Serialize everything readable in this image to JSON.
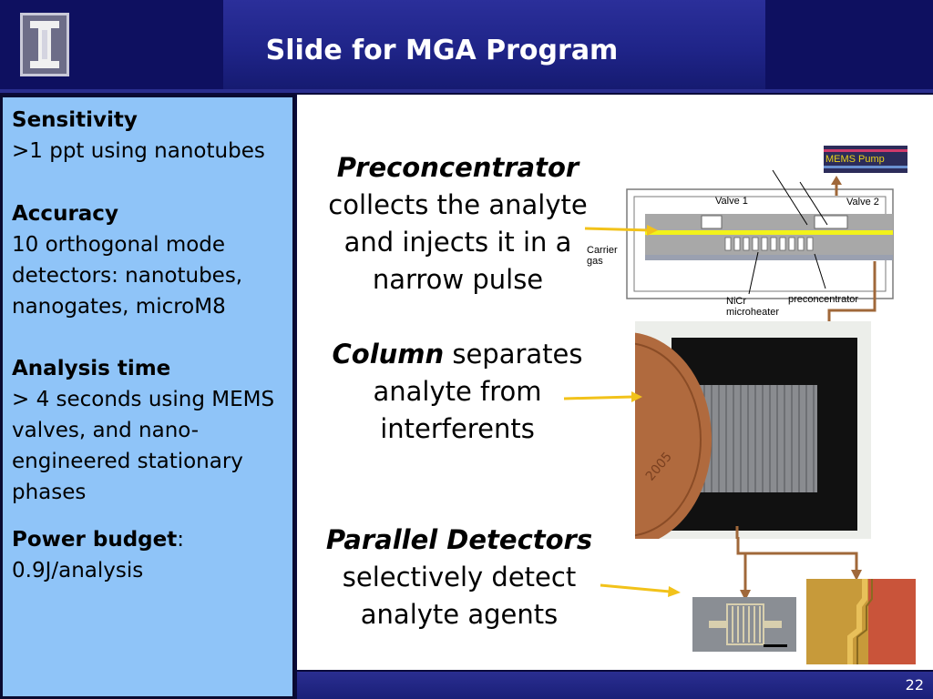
{
  "slide": {
    "title": "Slide for MGA Program",
    "page_number": "22"
  },
  "left_panel": {
    "sensitivity_head": "Sensitivity",
    "sensitivity_body": ">1 ppt using nanotubes",
    "accuracy_head": "Accuracy",
    "accuracy_body": "10 orthogonal mode detectors: nanotubes, nanogates, microM8",
    "analysis_head": "Analysis time",
    "analysis_body": "> 4  seconds using MEMS valves, and nano-engineered stationary phases",
    "power_head": "Power budget",
    "power_colon": ":",
    "power_body": "0.9J/analysis"
  },
  "middle": {
    "pre_head": "Preconcentrator",
    "pre_body": "collects the analyte and injects it in a narrow pulse",
    "col_head": "Column",
    "col_body_1": " separates",
    "col_body_2": "analyte from interferents",
    "det_head": "Parallel Detectors",
    "det_body": "selectively detect analyte agents"
  },
  "diagram": {
    "pump_label": "MEMS Pump",
    "valve1": "Valve 1",
    "valve2": "Valve 2",
    "carrier": "Carrier gas",
    "nicr": "NiCr microheater",
    "preconc": "preconcentrator"
  },
  "colors": {
    "header": "#1f2488",
    "left_panel": "#8fc4f8",
    "arrow_yellow": "#f2c21a",
    "arrow_brown": "#a0683a"
  }
}
